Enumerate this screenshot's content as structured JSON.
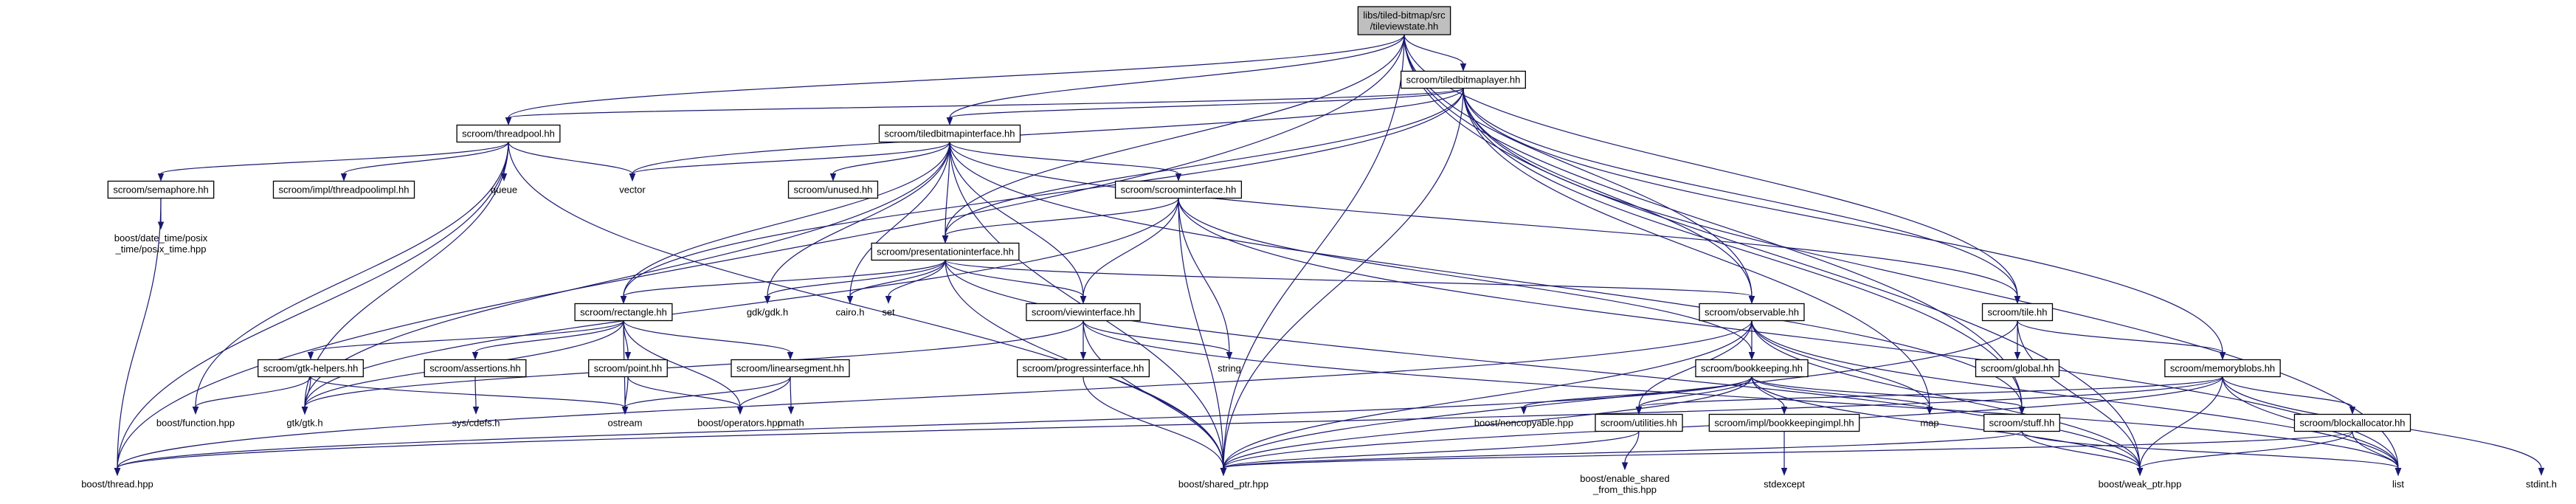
{
  "graph": {
    "root": "root",
    "nodes": [
      {
        "id": "root",
        "lines": [
          "libs/tiled-bitmap/src",
          "/tileviewstate.hh"
        ],
        "kind": "root"
      },
      {
        "id": "tbl",
        "lines": [
          "scroom/tiledbitmaplayer.hh"
        ],
        "kind": "box"
      },
      {
        "id": "tp",
        "lines": [
          "scroom/threadpool.hh"
        ],
        "kind": "box"
      },
      {
        "id": "tbi",
        "lines": [
          "scroom/tiledbitmapinterface.hh"
        ],
        "kind": "box"
      },
      {
        "id": "sem",
        "lines": [
          "scroom/semaphore.hh"
        ],
        "kind": "box"
      },
      {
        "id": "tpi",
        "lines": [
          "scroom/impl/threadpoolimpl.hh"
        ],
        "kind": "box"
      },
      {
        "id": "queue",
        "lines": [
          "queue"
        ],
        "kind": "plain"
      },
      {
        "id": "vector",
        "lines": [
          "vector"
        ],
        "kind": "plain"
      },
      {
        "id": "unused",
        "lines": [
          "scroom/unused.hh"
        ],
        "kind": "box"
      },
      {
        "id": "scroomi",
        "lines": [
          "scroom/scroominterface.hh"
        ],
        "kind": "box"
      },
      {
        "id": "posix",
        "lines": [
          "boost/date_time/posix",
          "_time/posix_time.hpp"
        ],
        "kind": "plain"
      },
      {
        "id": "pres",
        "lines": [
          "scroom/presentationinterface.hh"
        ],
        "kind": "box"
      },
      {
        "id": "rect",
        "lines": [
          "scroom/rectangle.hh"
        ],
        "kind": "box"
      },
      {
        "id": "gdk",
        "lines": [
          "gdk/gdk.h"
        ],
        "kind": "plain"
      },
      {
        "id": "cairo",
        "lines": [
          "cairo.h"
        ],
        "kind": "plain"
      },
      {
        "id": "set",
        "lines": [
          "set"
        ],
        "kind": "plain"
      },
      {
        "id": "viewi",
        "lines": [
          "scroom/viewinterface.hh"
        ],
        "kind": "box"
      },
      {
        "id": "string",
        "lines": [
          "string"
        ],
        "kind": "plain"
      },
      {
        "id": "obs",
        "lines": [
          "scroom/observable.hh"
        ],
        "kind": "box"
      },
      {
        "id": "tile",
        "lines": [
          "scroom/tile.hh"
        ],
        "kind": "box"
      },
      {
        "id": "gtkh",
        "lines": [
          "scroom/gtk-helpers.hh"
        ],
        "kind": "box"
      },
      {
        "id": "assert",
        "lines": [
          "scroom/assertions.hh"
        ],
        "kind": "box"
      },
      {
        "id": "point",
        "lines": [
          "scroom/point.hh"
        ],
        "kind": "box"
      },
      {
        "id": "lseg",
        "lines": [
          "scroom/linearsegment.hh"
        ],
        "kind": "box"
      },
      {
        "id": "progi",
        "lines": [
          "scroom/progressinterface.hh"
        ],
        "kind": "box"
      },
      {
        "id": "book",
        "lines": [
          "scroom/bookkeeping.hh"
        ],
        "kind": "box"
      },
      {
        "id": "global",
        "lines": [
          "scroom/global.hh"
        ],
        "kind": "box"
      },
      {
        "id": "memb",
        "lines": [
          "scroom/memoryblobs.hh"
        ],
        "kind": "box"
      },
      {
        "id": "bfunc",
        "lines": [
          "boost/function.hpp"
        ],
        "kind": "plain"
      },
      {
        "id": "gtk",
        "lines": [
          "gtk/gtk.h"
        ],
        "kind": "plain"
      },
      {
        "id": "syscdefs",
        "lines": [
          "sys/cdefs.h"
        ],
        "kind": "plain"
      },
      {
        "id": "ostream",
        "lines": [
          "ostream"
        ],
        "kind": "plain"
      },
      {
        "id": "bops",
        "lines": [
          "boost/operators.hpp"
        ],
        "kind": "plain"
      },
      {
        "id": "cmath",
        "lines": [
          "cmath"
        ],
        "kind": "plain"
      },
      {
        "id": "bnoncopy",
        "lines": [
          "boost/noncopyable.hpp"
        ],
        "kind": "plain"
      },
      {
        "id": "util",
        "lines": [
          "scroom/utilities.hh"
        ],
        "kind": "box"
      },
      {
        "id": "bki",
        "lines": [
          "scroom/impl/bookkeepingimpl.hh"
        ],
        "kind": "box"
      },
      {
        "id": "map",
        "lines": [
          "map"
        ],
        "kind": "plain"
      },
      {
        "id": "stuff",
        "lines": [
          "scroom/stuff.hh"
        ],
        "kind": "box"
      },
      {
        "id": "balloc",
        "lines": [
          "scroom/blockallocator.hh"
        ],
        "kind": "box"
      },
      {
        "id": "bthread",
        "lines": [
          "boost/thread.hpp"
        ],
        "kind": "plain"
      },
      {
        "id": "bshared",
        "lines": [
          "boost/shared_ptr.hpp"
        ],
        "kind": "plain"
      },
      {
        "id": "besft",
        "lines": [
          "boost/enable_shared",
          "_from_this.hpp"
        ],
        "kind": "plain"
      },
      {
        "id": "stdexcept",
        "lines": [
          "stdexcept"
        ],
        "kind": "plain"
      },
      {
        "id": "bweak",
        "lines": [
          "boost/weak_ptr.hpp"
        ],
        "kind": "plain"
      },
      {
        "id": "list",
        "lines": [
          "list"
        ],
        "kind": "plain"
      },
      {
        "id": "stdint",
        "lines": [
          "stdint.h"
        ],
        "kind": "plain"
      }
    ],
    "edges": [
      [
        "root",
        "tbl"
      ],
      [
        "root",
        "tp"
      ],
      [
        "root",
        "tbi"
      ],
      [
        "root",
        "pres"
      ],
      [
        "root",
        "bthread"
      ],
      [
        "root",
        "bshared"
      ],
      [
        "root",
        "obs"
      ],
      [
        "root",
        "tile"
      ],
      [
        "root",
        "stuff"
      ],
      [
        "root",
        "bweak"
      ],
      [
        "tbl",
        "tp"
      ],
      [
        "tbl",
        "tbi"
      ],
      [
        "tbl",
        "vector"
      ],
      [
        "tbl",
        "pres"
      ],
      [
        "tbl",
        "rect"
      ],
      [
        "tbl",
        "obs"
      ],
      [
        "tbl",
        "tile"
      ],
      [
        "tbl",
        "memb"
      ],
      [
        "tbl",
        "stuff"
      ],
      [
        "tbl",
        "bshared"
      ],
      [
        "tbl",
        "map"
      ],
      [
        "tbl",
        "list"
      ],
      [
        "tp",
        "sem"
      ],
      [
        "tp",
        "tpi"
      ],
      [
        "tp",
        "queue"
      ],
      [
        "tp",
        "vector"
      ],
      [
        "tp",
        "bthread"
      ],
      [
        "tp",
        "bfunc"
      ],
      [
        "tp",
        "bshared"
      ],
      [
        "tp",
        "gtk"
      ],
      [
        "sem",
        "posix"
      ],
      [
        "sem",
        "bthread"
      ],
      [
        "tbi",
        "unused"
      ],
      [
        "tbi",
        "scroomi"
      ],
      [
        "tbi",
        "pres"
      ],
      [
        "tbi",
        "viewi"
      ],
      [
        "tbi",
        "rect"
      ],
      [
        "tbi",
        "gdk"
      ],
      [
        "tbi",
        "cairo"
      ],
      [
        "tbi",
        "vector"
      ],
      [
        "tbi",
        "tile"
      ],
      [
        "tbi",
        "bshared"
      ],
      [
        "tbi",
        "gtk"
      ],
      [
        "tbi",
        "stuff"
      ],
      [
        "scroomi",
        "pres"
      ],
      [
        "scroomi",
        "viewi"
      ],
      [
        "scroomi",
        "string"
      ],
      [
        "scroomi",
        "gtk"
      ],
      [
        "scroomi",
        "bshared"
      ],
      [
        "scroomi",
        "book"
      ],
      [
        "scroomi",
        "list"
      ],
      [
        "pres",
        "rect"
      ],
      [
        "pres",
        "gdk"
      ],
      [
        "pres",
        "cairo"
      ],
      [
        "pres",
        "set"
      ],
      [
        "pres",
        "viewi"
      ],
      [
        "pres",
        "obs"
      ],
      [
        "pres",
        "bshared"
      ],
      [
        "pres",
        "bweak"
      ],
      [
        "rect",
        "gtkh"
      ],
      [
        "rect",
        "assert"
      ],
      [
        "rect",
        "point"
      ],
      [
        "rect",
        "lseg"
      ],
      [
        "rect",
        "ostream"
      ],
      [
        "rect",
        "bops"
      ],
      [
        "rect",
        "gtk"
      ],
      [
        "viewi",
        "progi"
      ],
      [
        "viewi",
        "string"
      ],
      [
        "viewi",
        "gtk"
      ],
      [
        "viewi",
        "bshared"
      ],
      [
        "viewi",
        "list"
      ],
      [
        "obs",
        "book"
      ],
      [
        "obs",
        "util"
      ],
      [
        "obs",
        "map"
      ],
      [
        "obs",
        "bthread"
      ],
      [
        "obs",
        "bshared"
      ],
      [
        "obs",
        "bweak"
      ],
      [
        "obs",
        "list"
      ],
      [
        "tile",
        "global"
      ],
      [
        "tile",
        "memb"
      ],
      [
        "tile",
        "bshared"
      ],
      [
        "tile",
        "bweak"
      ],
      [
        "gtkh",
        "bfunc"
      ],
      [
        "gtkh",
        "gtk"
      ],
      [
        "gtkh",
        "ostream"
      ],
      [
        "assert",
        "syscdefs"
      ],
      [
        "point",
        "ostream"
      ],
      [
        "point",
        "bops"
      ],
      [
        "lseg",
        "ostream"
      ],
      [
        "lseg",
        "bops"
      ],
      [
        "lseg",
        "cmath"
      ],
      [
        "progi",
        "bshared"
      ],
      [
        "book",
        "bnoncopy"
      ],
      [
        "book",
        "util"
      ],
      [
        "book",
        "bki"
      ],
      [
        "book",
        "map"
      ],
      [
        "book",
        "stuff"
      ],
      [
        "book",
        "bshared"
      ],
      [
        "book",
        "bweak"
      ],
      [
        "book",
        "bthread"
      ],
      [
        "memb",
        "util"
      ],
      [
        "memb",
        "balloc"
      ],
      [
        "memb",
        "list"
      ],
      [
        "memb",
        "stdint"
      ],
      [
        "memb",
        "bshared"
      ],
      [
        "memb",
        "bweak"
      ],
      [
        "memb",
        "bthread"
      ],
      [
        "util",
        "besft"
      ],
      [
        "util",
        "bshared"
      ],
      [
        "bki",
        "stdexcept"
      ],
      [
        "stuff",
        "bshared"
      ],
      [
        "stuff",
        "bweak"
      ],
      [
        "stuff",
        "list"
      ],
      [
        "balloc",
        "list"
      ],
      [
        "balloc",
        "bshared"
      ],
      [
        "balloc",
        "bweak"
      ]
    ]
  }
}
